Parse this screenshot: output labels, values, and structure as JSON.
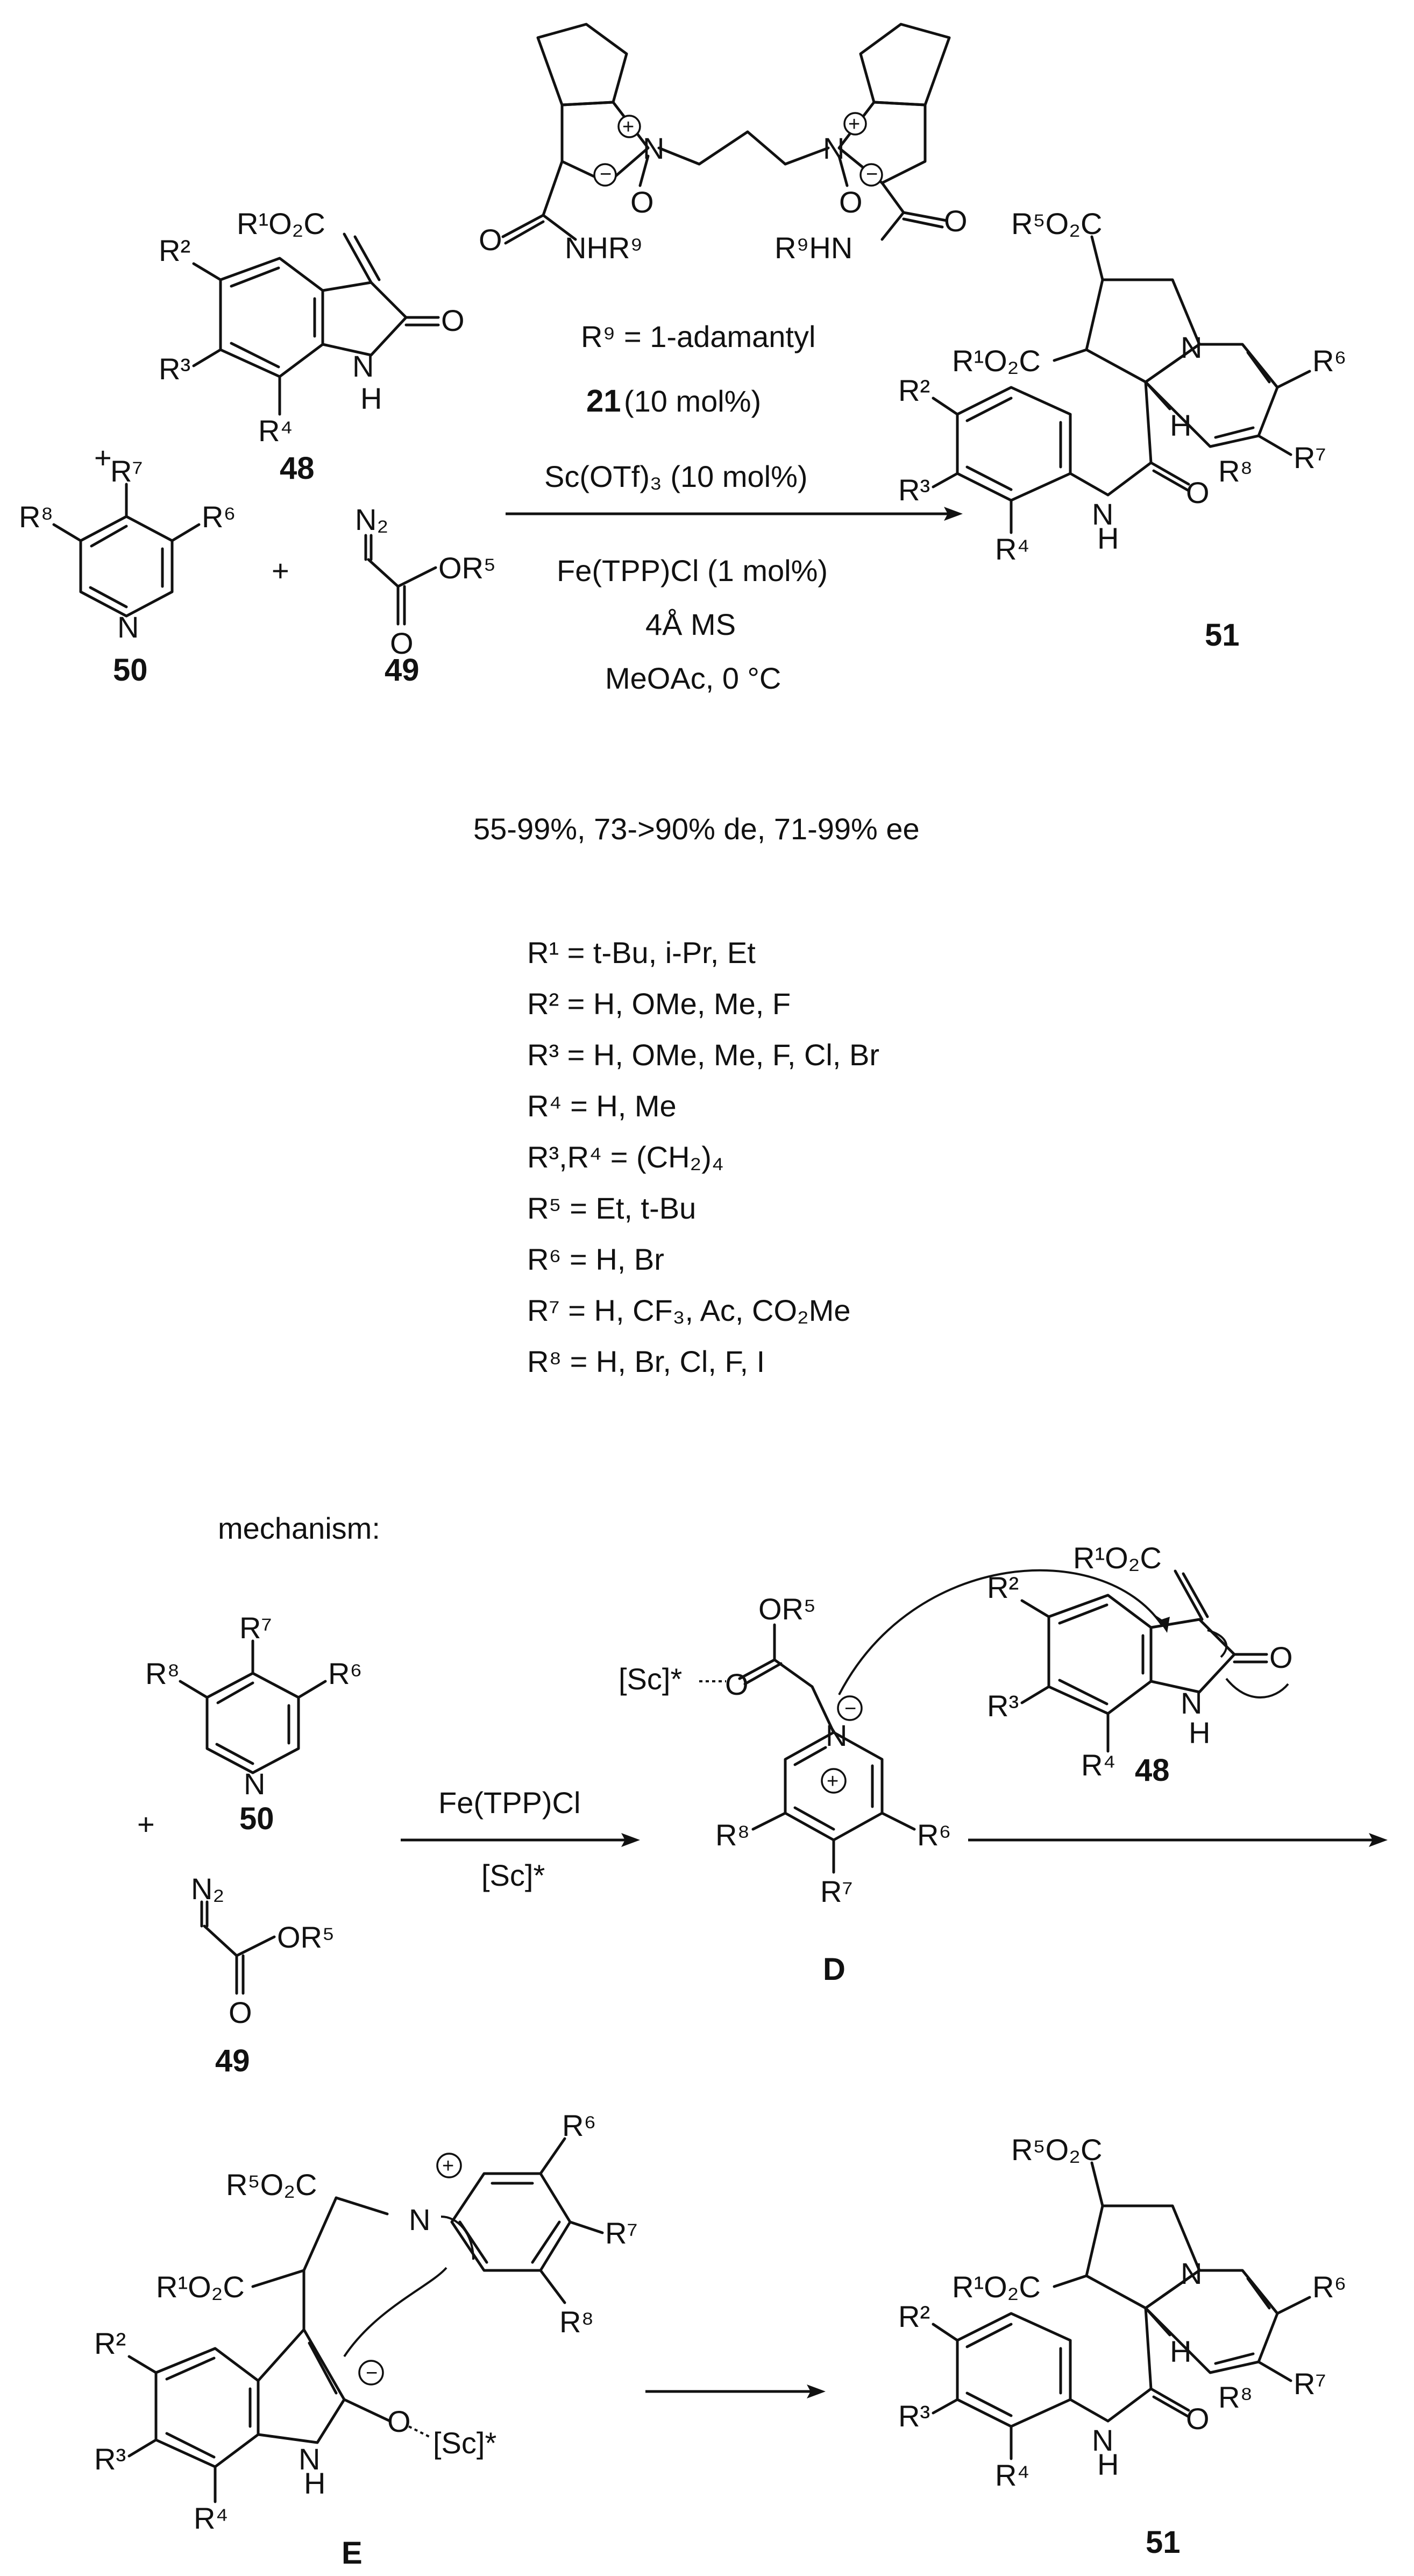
{
  "top_scheme": {
    "catalyst": {
      "substituent_def": "R⁹ = 1-adamantyl",
      "id": "21",
      "loading": "(10 mol%)",
      "left_amide": "NHR⁹",
      "right_amide": "R⁹HN"
    },
    "reagents_above": [
      "Sc(OTf)₃ (10 mol%)"
    ],
    "reagents_below": [
      "Fe(TPP)Cl (1 mol%)",
      "4Å MS",
      "MeOAc, 0 °C"
    ],
    "compound_48": "48",
    "compound_50": "50",
    "compound_49": "49",
    "compound_51": "51",
    "plus": "+",
    "yield_line": "55-99%, 73->90% de, 71-99% ee",
    "r_groups": [
      "R¹ = t-Bu, i-Pr, Et",
      "R² = H, OMe, Me, F",
      "R³ = H, OMe, Me, F, Cl, Br",
      "R⁴ = H, Me",
      "R³,R⁴ = (CH₂)₄",
      "R⁵ = Et, t-Bu",
      "R⁶ = H, Br",
      "R⁷ = H, CF₃, Ac, CO₂Me",
      "R⁸ = H, Br, Cl, F, I"
    ]
  },
  "mechanism": {
    "title": "mechanism:",
    "step1_above": "Fe(TPP)Cl",
    "step1_below": "[Sc]*",
    "intermediate_D": "D",
    "intermediate_E": "E",
    "compound_48": "48",
    "compound_50": "50",
    "compound_49": "49",
    "compound_51": "51",
    "sc_label": "[Sc]*"
  }
}
